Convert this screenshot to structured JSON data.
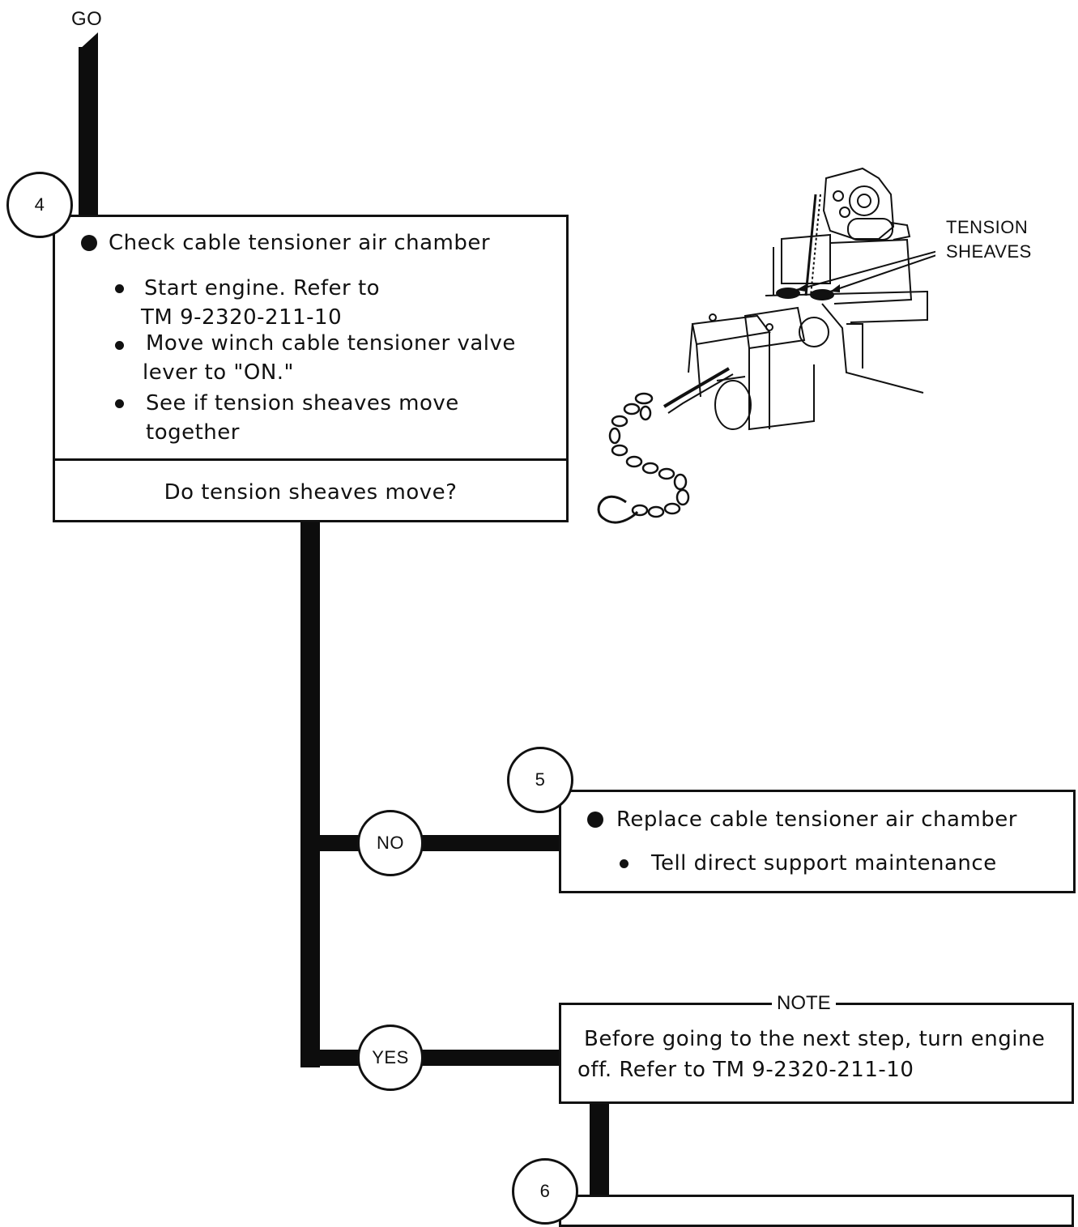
{
  "start_label": "GO",
  "step4": {
    "number": "4",
    "heading": "Check cable tensioner air chamber",
    "bullets": [
      {
        "text": "Start engine.  Refer to",
        "cont": "TM 9-2320-211-10"
      },
      {
        "text": "Move winch cable tensioner valve",
        "cont": "lever to \"ON.\""
      },
      {
        "text": "See if tension sheaves move",
        "cont": "together"
      }
    ],
    "question": "Do tension sheaves move?"
  },
  "callout": {
    "line1": "TENSION",
    "line2": "SHEAVES"
  },
  "no_label": "NO",
  "yes_label": "YES",
  "step5": {
    "number": "5",
    "heading": "Replace cable tensioner air chamber",
    "sub": "Tell direct support maintenance"
  },
  "note": {
    "title": "NOTE",
    "line1": "Before going to the next step, turn engine",
    "line2": "off.  Refer to TM 9-2320-211-10"
  },
  "step6": {
    "number": "6"
  }
}
